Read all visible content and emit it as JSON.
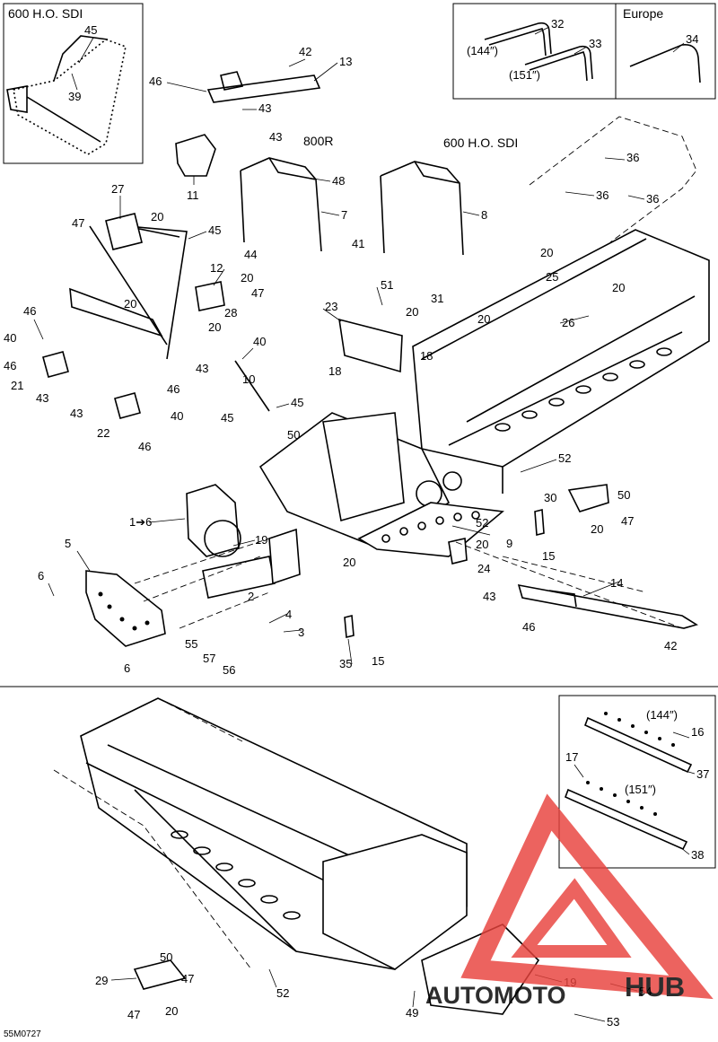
{
  "insets": {
    "top_left_title": "600 H.O. SDI",
    "top_right_title": "Europe",
    "top_right_sizes": [
      "(144″)",
      "(151″)"
    ],
    "bottom_right_sizes": [
      "(144″)",
      "(151″)"
    ]
  },
  "variants": {
    "frame_800r": "800R",
    "frame_600": "600 H.O. SDI"
  },
  "callouts": [
    "45",
    "39",
    "42",
    "13",
    "46",
    "43",
    "32",
    "33",
    "34",
    "43",
    "11",
    "48",
    "7",
    "8",
    "36",
    "36",
    "36",
    "27",
    "47",
    "20",
    "45",
    "44",
    "41",
    "12",
    "20",
    "47",
    "20",
    "28",
    "20",
    "20",
    "25",
    "20",
    "51",
    "31",
    "20",
    "20",
    "26",
    "23",
    "18",
    "18",
    "46",
    "40",
    "46",
    "21",
    "43",
    "40",
    "43",
    "10",
    "45",
    "45",
    "50",
    "46",
    "43",
    "40",
    "22",
    "46",
    "52",
    "1➔6",
    "30",
    "50",
    "47",
    "20",
    "19",
    "5",
    "52",
    "20",
    "9",
    "15",
    "24",
    "20",
    "6",
    "2",
    "4",
    "3",
    "14",
    "43",
    "46",
    "42",
    "55",
    "57",
    "56",
    "6",
    "35",
    "15",
    "16",
    "37",
    "17",
    "38",
    "50",
    "47",
    "29",
    "47",
    "20",
    "52",
    "49",
    "19",
    "54",
    "53"
  ],
  "drawing_code": "55M0727",
  "watermark": {
    "word_a": "AUTOMOTO",
    "word_b": "HUB",
    "color": "#e8423c"
  }
}
